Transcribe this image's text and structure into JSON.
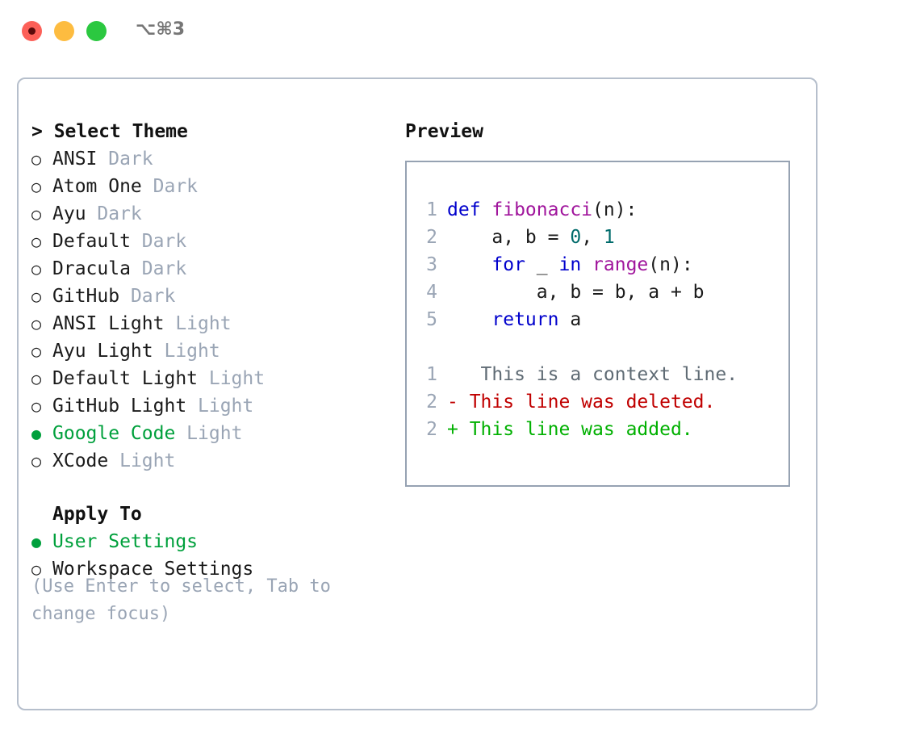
{
  "window": {
    "shortcut": "⌥⌘3",
    "traffic_lights": [
      {
        "name": "close",
        "color": "#fc6058",
        "recording": true
      },
      {
        "name": "minimize",
        "color": "#fdbc40",
        "recording": false
      },
      {
        "name": "zoom",
        "color": "#2bc840",
        "recording": false
      }
    ]
  },
  "colors": {
    "accent_green": "#00a03c",
    "muted": "#9aa5b5",
    "border": "#b6bfcc",
    "preview_border": "#96a2b2",
    "keyword": "#0000cc",
    "function": "#a0159c",
    "number": "#006b6b",
    "diff_added": "#00b000",
    "diff_removed": "#c00000",
    "diff_context": "#5f6b74"
  },
  "theme_panel": {
    "heading": "> Select Theme",
    "themes": [
      {
        "label": "ANSI",
        "kind": "Dark",
        "selected": false,
        "marker": "○"
      },
      {
        "label": "Atom One",
        "kind": "Dark",
        "selected": false,
        "marker": "○"
      },
      {
        "label": "Ayu",
        "kind": "Dark",
        "selected": false,
        "marker": "○"
      },
      {
        "label": "Default",
        "kind": "Dark",
        "selected": false,
        "marker": "○"
      },
      {
        "label": "Dracula",
        "kind": "Dark",
        "selected": false,
        "marker": "○"
      },
      {
        "label": "GitHub",
        "kind": "Dark",
        "selected": false,
        "marker": "○"
      },
      {
        "label": "ANSI Light",
        "kind": "Light",
        "selected": false,
        "marker": "○"
      },
      {
        "label": "Ayu Light",
        "kind": "Light",
        "selected": false,
        "marker": "○"
      },
      {
        "label": "Default Light",
        "kind": "Light",
        "selected": false,
        "marker": "○"
      },
      {
        "label": "GitHub Light",
        "kind": "Light",
        "selected": false,
        "marker": "○"
      },
      {
        "label": "Google Code",
        "kind": "Light",
        "selected": true,
        "marker": "●"
      },
      {
        "label": "XCode",
        "kind": "Light",
        "selected": false,
        "marker": "○"
      }
    ],
    "apply_to": {
      "heading": "Apply To",
      "options": [
        {
          "label": "User Settings",
          "selected": true,
          "marker": "●"
        },
        {
          "label": "Workspace Settings",
          "selected": false,
          "marker": "○"
        }
      ]
    },
    "hint": "(Use Enter to select, Tab to change focus)"
  },
  "preview": {
    "title": "Preview",
    "code_lines": [
      {
        "number": "1",
        "tokens": [
          {
            "text": "def ",
            "type": "kw"
          },
          {
            "text": "fibonacci",
            "type": "fn"
          },
          {
            "text": "(n):",
            "type": "plain"
          }
        ]
      },
      {
        "number": "2",
        "tokens": [
          {
            "text": "    a, b = ",
            "type": "plain"
          },
          {
            "text": "0",
            "type": "num"
          },
          {
            "text": ", ",
            "type": "plain"
          },
          {
            "text": "1",
            "type": "num"
          }
        ]
      },
      {
        "number": "3",
        "tokens": [
          {
            "text": "    ",
            "type": "plain"
          },
          {
            "text": "for",
            "type": "kw"
          },
          {
            "text": " _ ",
            "type": "plain"
          },
          {
            "text": "in",
            "type": "kw"
          },
          {
            "text": " ",
            "type": "plain"
          },
          {
            "text": "range",
            "type": "fn"
          },
          {
            "text": "(n):",
            "type": "plain"
          }
        ]
      },
      {
        "number": "4",
        "tokens": [
          {
            "text": "        a, b = b, a + b",
            "type": "plain"
          }
        ]
      },
      {
        "number": "5",
        "tokens": [
          {
            "text": "    ",
            "type": "plain"
          },
          {
            "text": "return",
            "type": "kw"
          },
          {
            "text": " a",
            "type": "plain"
          }
        ]
      }
    ],
    "diff_lines": [
      {
        "number": "1",
        "sign": " ",
        "text": "  This is a context line.",
        "type": "ctx"
      },
      {
        "number": "2",
        "sign": "-",
        "text": " This line was deleted.",
        "type": "del"
      },
      {
        "number": "2",
        "sign": "+",
        "text": " This line was added.",
        "type": "add"
      }
    ]
  }
}
